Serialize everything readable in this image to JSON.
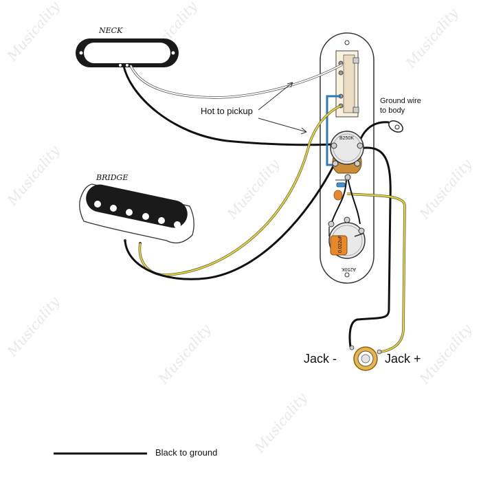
{
  "labels": {
    "neck": "NECK",
    "bridge": "BRIDGE",
    "hot_to_pickup": "Hot to pickup",
    "ground_wire_line1": "Ground wire",
    "ground_wire_line2": "to body",
    "pot_volume": "B250K",
    "pot_tone": "A250K",
    "capacitor": "0.022uF",
    "jack_minus": "Jack -",
    "jack_plus": "Jack +",
    "legend_black": "Black to ground"
  },
  "watermark": {
    "text": "Musicality"
  },
  "colors": {
    "wire_black": "#111111",
    "wire_yellow": "#e7d531",
    "wire_blue": "#2f78b8",
    "capacitor": "#e8882a",
    "control_plate": "#ffffff"
  }
}
